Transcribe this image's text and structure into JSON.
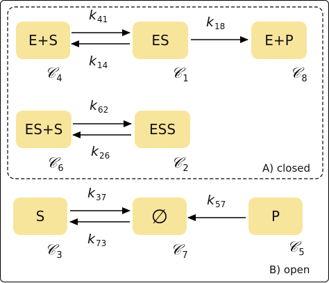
{
  "sections": {
    "closed": "A) closed",
    "open": "B) open"
  },
  "nodes": {
    "es_plus_s_left": {
      "label": "E+S"
    },
    "es": {
      "label": "ES"
    },
    "ep": {
      "label": "E+P"
    },
    "ess_left": {
      "label": "ES+S"
    },
    "ess": {
      "label": "ESS"
    },
    "s": {
      "label": "S"
    },
    "empty": {
      "label": "∅"
    },
    "p": {
      "label": "P"
    }
  },
  "compartments": {
    "c4": {
      "symbol": "𝒞",
      "sub": "4"
    },
    "c1": {
      "symbol": "𝒞",
      "sub": "1"
    },
    "c8": {
      "symbol": "𝒞",
      "sub": "8"
    },
    "c6": {
      "symbol": "𝒞",
      "sub": "6"
    },
    "c2": {
      "symbol": "𝒞",
      "sub": "2"
    },
    "c3": {
      "symbol": "𝒞",
      "sub": "3"
    },
    "c7": {
      "symbol": "𝒞",
      "sub": "7"
    },
    "c5": {
      "symbol": "𝒞",
      "sub": "5"
    }
  },
  "rates": {
    "k41": {
      "symbol": "k",
      "sub": "41"
    },
    "k14": {
      "symbol": "k",
      "sub": "14"
    },
    "k18": {
      "symbol": "k",
      "sub": "18"
    },
    "k62": {
      "symbol": "k",
      "sub": "62"
    },
    "k26": {
      "symbol": "k",
      "sub": "26"
    },
    "k37": {
      "symbol": "k",
      "sub": "37"
    },
    "k73": {
      "symbol": "k",
      "sub": "73"
    },
    "k57": {
      "symbol": "k",
      "sub": "57"
    }
  },
  "colors": {
    "node_fill": "#f8e59c",
    "stroke": "#000000"
  }
}
